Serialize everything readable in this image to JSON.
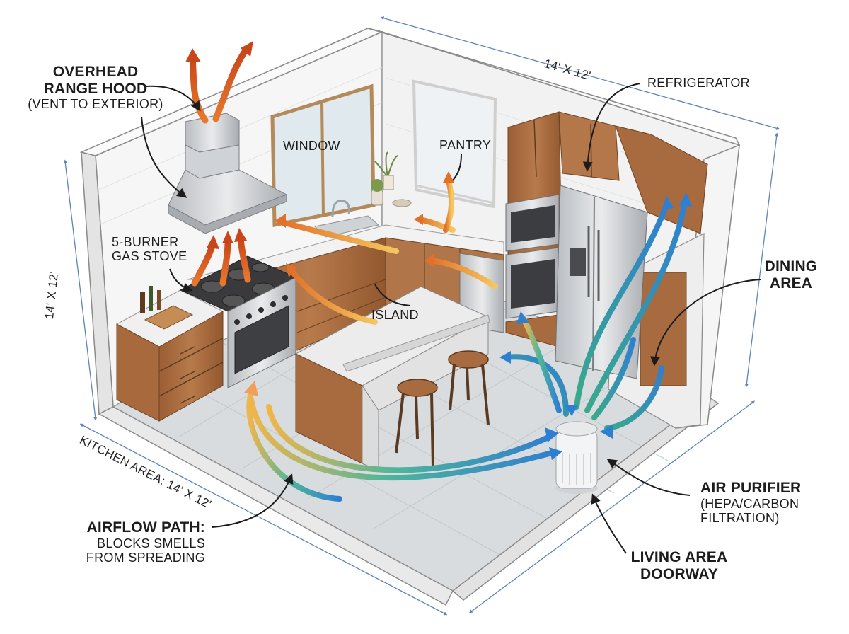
{
  "labels": {
    "range_hood": {
      "title_line1": "OVERHEAD",
      "title_line2": "RANGE HOOD",
      "sub": "(VENT TO EXTERIOR)"
    },
    "stove": {
      "line1": "5-BURNER",
      "line2": "GAS STOVE"
    },
    "window": "WINDOW",
    "pantry": "PANTRY",
    "refrigerator": "REFRIGERATOR",
    "island": "ISLAND",
    "dining": {
      "line1": "DINING",
      "line2": "AREA"
    },
    "air_purifier": {
      "title": "AIR PURIFIER",
      "sub_line1": "(HEPA/CARBON",
      "sub_line2": "FILTRATION)"
    },
    "airflow": {
      "title": "AIRFLOW PATH:",
      "sub_line1": "BLOCKS SMELLS",
      "sub_line2": "FROM SPREADING"
    },
    "doorway": {
      "line1": "LIVING AREA",
      "line2": "DOORWAY"
    }
  },
  "dimensions": {
    "top_width": "14' X 12'",
    "left_height": "14' X 12'",
    "kitchen_area": "KITCHEN AREA: 14' X 12'"
  },
  "colors": {
    "exhaust_arrow": "#d2541e",
    "intake_arrow": "#2f7fd0",
    "warm_airflow": "#f0b64a",
    "cabinet_wood": "#a86a3f",
    "wall": "#f4f4f4",
    "floor": "#d9dcdf",
    "dimension_line": "#5b86b8"
  }
}
